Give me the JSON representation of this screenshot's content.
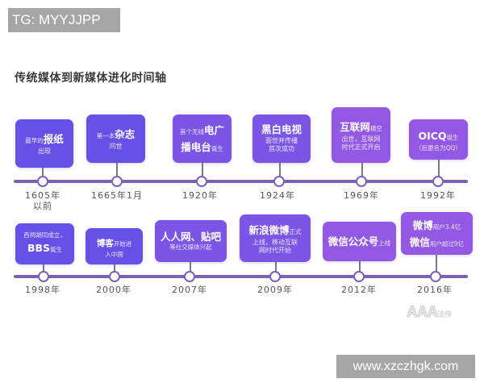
{
  "watermark_top": "TG: MYYJJPP",
  "title": "传统媒体到新媒体进化时间轴",
  "colors": {
    "timeline": "#7b62b8",
    "card_blue": "#6651e8",
    "card_mid": "#7a55e6",
    "card_purple": "#9358e4"
  },
  "row1": [
    {
      "year_line1": "1605年",
      "year_line2": "以前",
      "lines": [
        {
          "pre": "最早的",
          "big": "报纸",
          "post": ""
        },
        {
          "text": "出现"
        }
      ]
    },
    {
      "year_line1": "1665年1月",
      "lines": [
        {
          "pre": "第一本",
          "big": "杂志",
          "post": ""
        },
        {
          "text": "问世"
        }
      ]
    },
    {
      "year_line1": "1920年",
      "lines": [
        {
          "pre": "首个无线",
          "big": "电广",
          "post": ""
        },
        {
          "pre": "",
          "big": "播电台",
          "post": "诞生"
        }
      ]
    },
    {
      "year_line1": "1924年",
      "lines": [
        {
          "pre": "",
          "big": "黑白电视",
          "post": ""
        },
        {
          "text": "面世并传播"
        },
        {
          "text": "首次成功"
        }
      ]
    },
    {
      "year_line1": "1969年",
      "lines": [
        {
          "pre": "",
          "big": "互联网",
          "post": "横空"
        },
        {
          "text": "出世，互联网"
        },
        {
          "text": "时代正式开启"
        }
      ]
    },
    {
      "year_line1": "1992年",
      "lines": [
        {
          "pre": "",
          "big": "OICQ",
          "post": "诞生"
        },
        {
          "text": "（后更名为QQ）"
        }
      ]
    }
  ],
  "row2": [
    {
      "year_line1": "1998年",
      "lines": [
        {
          "text": "西祠胡同成立，"
        },
        {
          "pre": "",
          "big": "BBS",
          "post": "诞生"
        }
      ]
    },
    {
      "year_line1": "2000年",
      "lines": [
        {
          "pre": "",
          "big": "博客",
          "post": "开始进"
        },
        {
          "text": "入中国"
        }
      ]
    },
    {
      "year_line1": "2007年",
      "lines": [
        {
          "pre": "",
          "big": "人人网、贴吧",
          "post": ""
        },
        {
          "text": "等社交媒体兴起"
        }
      ]
    },
    {
      "year_line1": "2009年",
      "lines": [
        {
          "pre": "",
          "big": "新浪微博",
          "post": "正式"
        },
        {
          "text": "上线，移动互联"
        },
        {
          "text": "网时代开始"
        }
      ]
    },
    {
      "year_line1": "2012年",
      "lines": [
        {
          "pre": "",
          "big": "微信公众号",
          "post": "上线"
        }
      ]
    },
    {
      "year_line1": "2016年",
      "lines": [
        {
          "pre": "",
          "big": "微博",
          "post": "用户3.4亿"
        },
        {
          "pre": "",
          "big": "微信",
          "post": "用户超过9亿"
        }
      ]
    }
  ],
  "logo": {
    "mark": "AAA",
    "sub": "法传"
  },
  "watermark_bottom": "www.xzczhgk.com"
}
